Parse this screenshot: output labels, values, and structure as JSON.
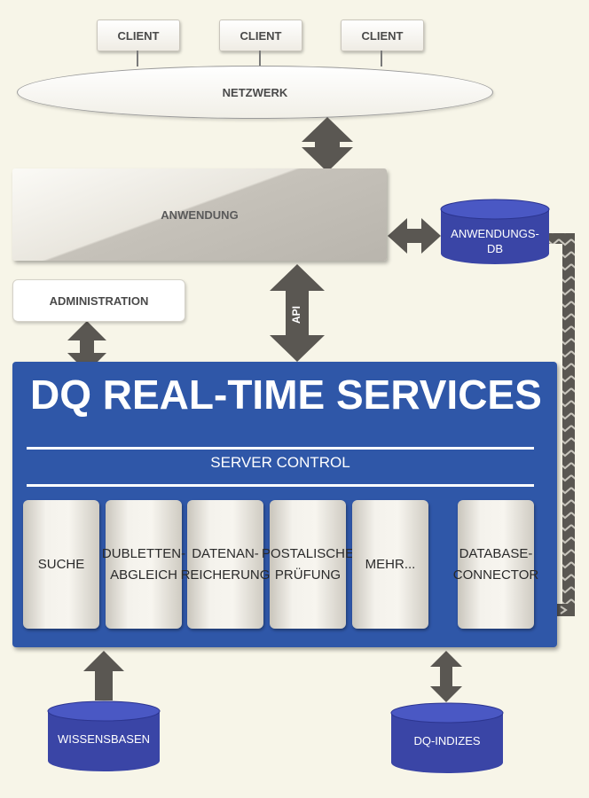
{
  "clients": [
    "CLIENT",
    "CLIENT",
    "CLIENT"
  ],
  "network": "NETZWERK",
  "application": "ANWENDUNG",
  "app_db": [
    "ANWENDUNGS-",
    "DB"
  ],
  "administration": "ADMINISTRATION",
  "api": "API",
  "dq": {
    "title": "DQ REAL-TIME SERVICES",
    "server_control": "SERVER CONTROL",
    "modules": [
      [
        "SUCHE"
      ],
      [
        "DUBLETTEN-",
        "ABGLEICH"
      ],
      [
        "DATENAN-",
        "REICHERUNG"
      ],
      [
        "POSTALISCHE",
        "PRÜFUNG"
      ],
      [
        "MEHR..."
      ],
      [
        "DATABASE-",
        "CONNECTOR"
      ]
    ]
  },
  "knowledge_db": "WISSENSBASEN",
  "index_db": "DQ-INDIZES",
  "colors": {
    "blue": "#2f57a8",
    "db_blue": "#3a45a6",
    "arrow": "#5a5752",
    "background": "#f7f5e8"
  }
}
